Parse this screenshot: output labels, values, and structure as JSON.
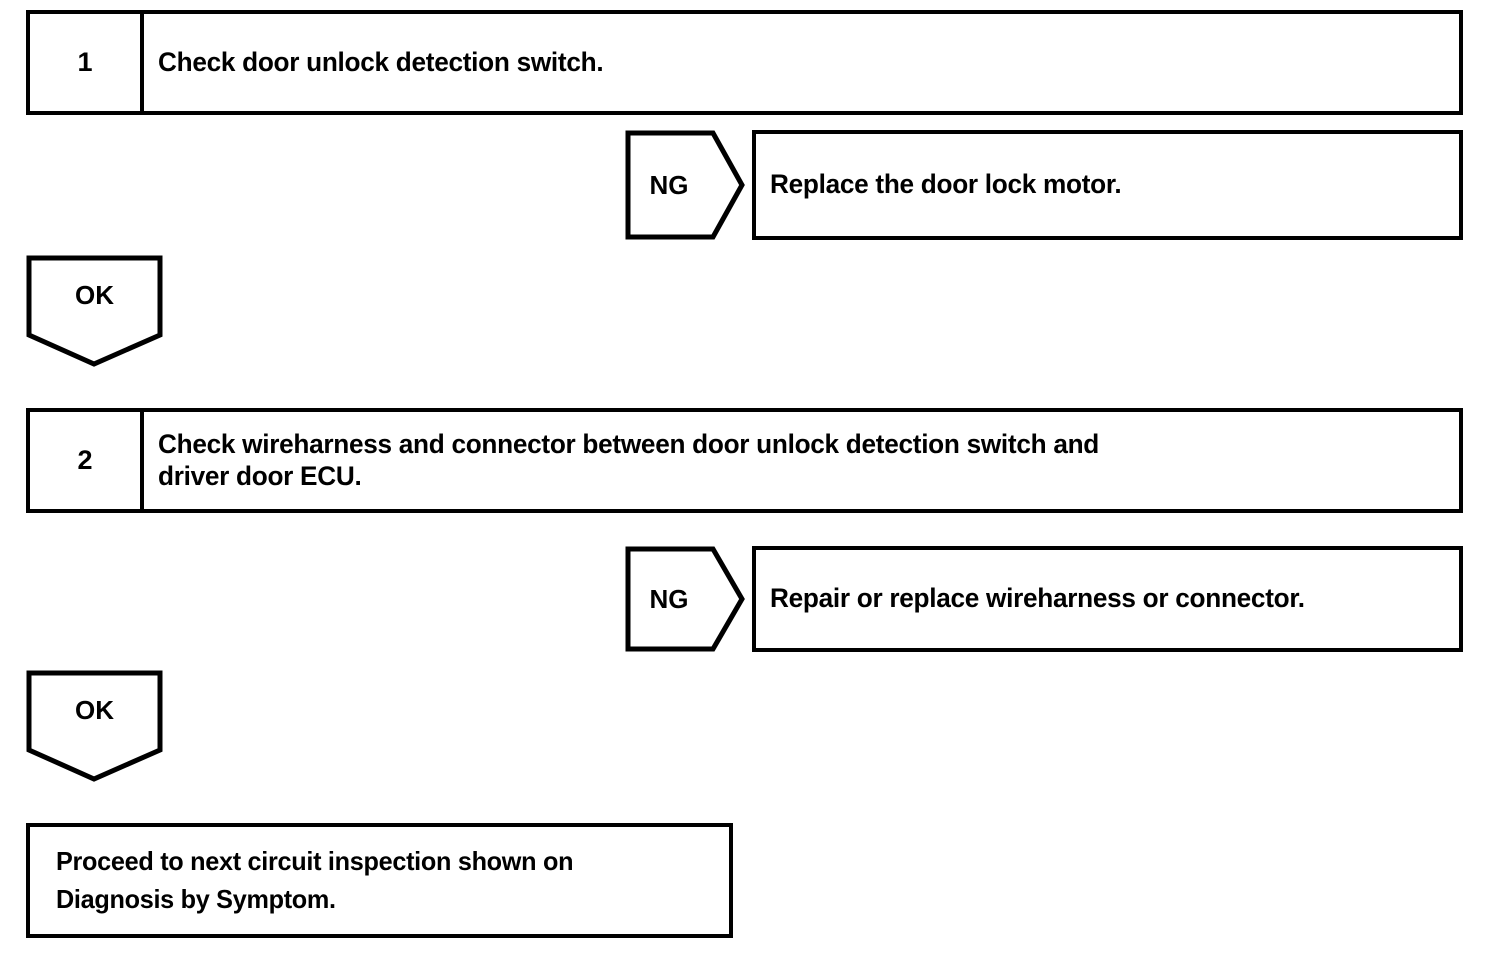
{
  "diagram": {
    "type": "troubleshooting-flowchart",
    "title": "",
    "colors": {
      "stroke": "#000000",
      "background": "#ffffff",
      "text": "#000000"
    },
    "steps": [
      {
        "number": "1",
        "instruction": "Check door unlock detection switch.",
        "ng": {
          "label": "NG",
          "result": "Replace the door lock motor."
        },
        "ok": {
          "label": "OK"
        }
      },
      {
        "number": "2",
        "instruction": "Check wireharness and connector between door unlock detection switch and\ndriver door ECU.",
        "ng": {
          "label": "NG",
          "result": "Repair or replace wireharness or connector."
        },
        "ok": {
          "label": "OK"
        }
      }
    ],
    "terminal": {
      "text": "Proceed to next circuit inspection shown on\nDiagnosis by Symptom."
    }
  }
}
